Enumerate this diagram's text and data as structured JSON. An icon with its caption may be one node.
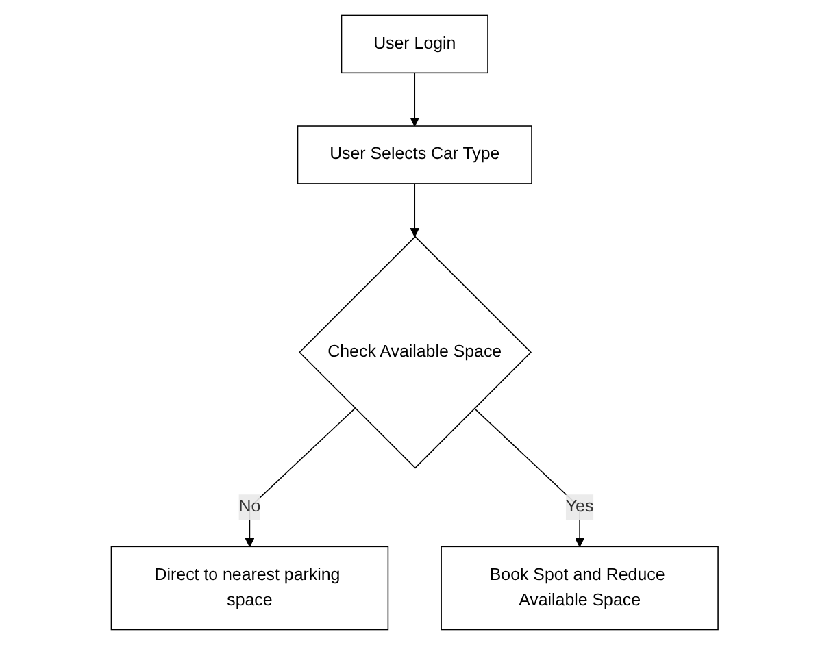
{
  "diagram": {
    "nodes": [
      {
        "text": [
          "User Login"
        ]
      },
      {
        "text": [
          "User Selects Car Type"
        ]
      },
      {
        "text": [
          "Check Available Space"
        ]
      },
      {
        "text": [
          "Direct to nearest parking space"
        ]
      },
      {
        "text": [
          "Book Spot and Reduce Available Space"
        ]
      }
    ],
    "edges": [
      {
        "from": 0,
        "to": 1,
        "arrow": "to"
      },
      {
        "from": 1,
        "to": 2,
        "arrow": "to"
      },
      {
        "from": 2,
        "to": 3,
        "arrow": "to",
        "label": "No"
      },
      {
        "from": 2,
        "to": 4,
        "arrow": "to",
        "label": "Yes"
      }
    ]
  }
}
